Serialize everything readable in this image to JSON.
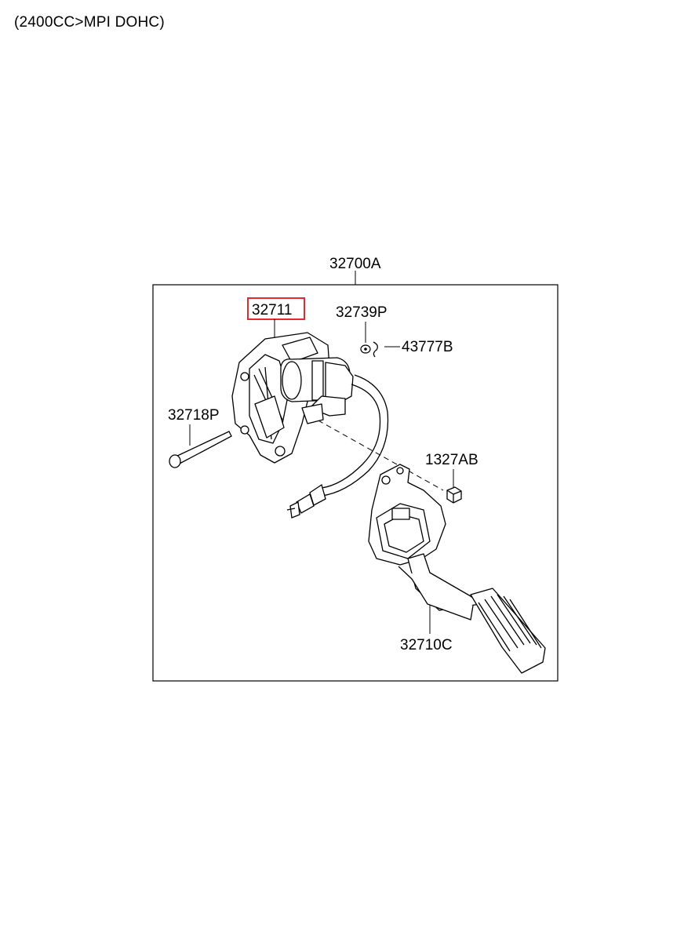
{
  "header": {
    "variant": "(2400CC>MPI DOHC)"
  },
  "diagram": {
    "assembly_label": "32700A",
    "highlighted_label": "32711",
    "highlight_color": "#e8282a",
    "callouts": {
      "bracket": "32711",
      "washer": "32739P",
      "clip": "43777B",
      "pin": "32718P",
      "nut": "1327AB",
      "pedal": "32710C"
    }
  }
}
